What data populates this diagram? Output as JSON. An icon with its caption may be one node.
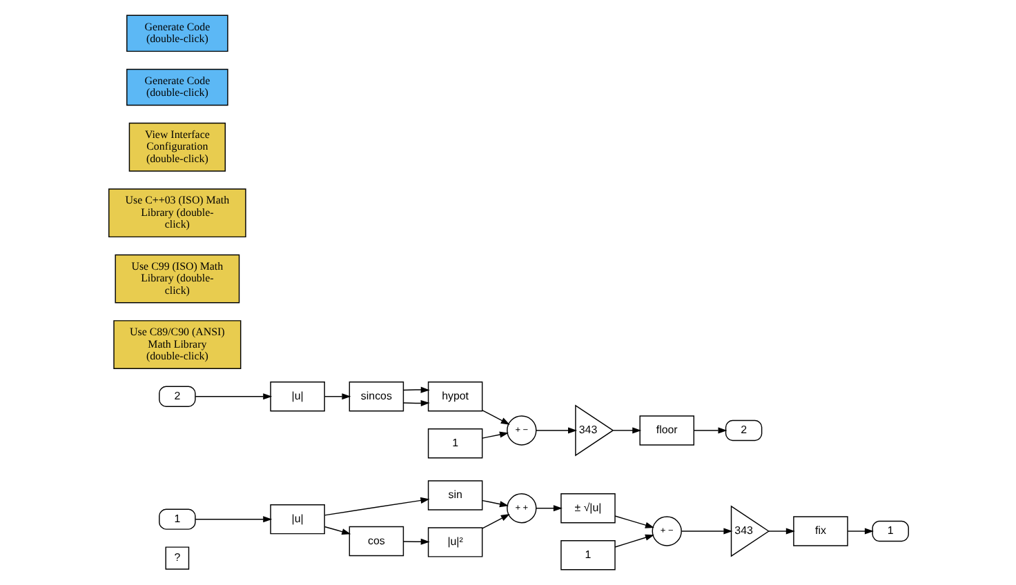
{
  "diagram": {
    "nodes": [
      {
        "text": [
          "?"
        ]
      },
      {
        "text": [
          "1"
        ]
      },
      {
        "text": [
          "|u|"
        ]
      },
      {
        "text": [
          "sin"
        ]
      },
      {
        "text": [
          "cos"
        ]
      },
      {
        "text": [
          "|u|²"
        ]
      },
      {
        "text": [
          "+ +"
        ]
      },
      {
        "text": [
          "± √|u|"
        ]
      },
      {
        "text": [
          "+ −"
        ]
      },
      {
        "text": [
          "343"
        ]
      },
      {
        "text": [
          "fix"
        ]
      },
      {
        "text": [
          "1"
        ]
      },
      {
        "text": [
          "1"
        ]
      },
      {
        "text": [
          "2"
        ]
      },
      {
        "text": [
          "|u|"
        ]
      },
      {
        "text": [
          "sincos"
        ]
      },
      {
        "text": [
          "hypot"
        ]
      },
      {
        "text": [
          "+ −"
        ]
      },
      {
        "text": [
          "343"
        ]
      },
      {
        "text": [
          "floor"
        ]
      },
      {
        "text": [
          "2"
        ]
      },
      {
        "text": [
          "1"
        ]
      },
      {
        "text": [
          "Use C89/C90 (ANSI) Math Library (double-click)"
        ]
      },
      {
        "text": [
          "Use C99 (ISO) Math Library (double-click)"
        ]
      },
      {
        "text": [
          "Use C++03 (ISO) Math Library (double-click)"
        ]
      },
      {
        "text": [
          "View Interface Configuration (double-click)"
        ]
      },
      {
        "text": [
          "Generate Code (double-click)"
        ]
      },
      {
        "text": [
          "Generate Code (double-click)"
        ]
      }
    ],
    "edges": [
      {
        "from": 1,
        "to": 2,
        "arrow": "to"
      },
      {
        "from": 2,
        "to": 3,
        "arrow": "to"
      },
      {
        "from": 2,
        "to": 4,
        "arrow": "to"
      },
      {
        "from": 3,
        "to": 6,
        "arrow": "to"
      },
      {
        "from": 4,
        "to": 5,
        "arrow": "to"
      },
      {
        "from": 5,
        "to": 6,
        "arrow": "to"
      },
      {
        "from": 6,
        "to": 7,
        "arrow": "to"
      },
      {
        "from": 7,
        "to": 8,
        "arrow": "to"
      },
      {
        "from": 12,
        "to": 8,
        "arrow": "to"
      },
      {
        "from": 8,
        "to": 9,
        "arrow": "to"
      },
      {
        "from": 9,
        "to": 10,
        "arrow": "to"
      },
      {
        "from": 10,
        "to": 11,
        "arrow": "to"
      },
      {
        "from": 13,
        "to": 14,
        "arrow": "to"
      },
      {
        "from": 14,
        "to": 15,
        "arrow": "to"
      },
      {
        "from": 15,
        "to": 16,
        "arrow": "to"
      },
      {
        "from": 15,
        "to": 16,
        "arrow": "to"
      },
      {
        "from": 16,
        "to": 17,
        "arrow": "to"
      },
      {
        "from": 21,
        "to": 17,
        "arrow": "to"
      },
      {
        "from": 17,
        "to": 18,
        "arrow": "to"
      },
      {
        "from": 18,
        "to": 19,
        "arrow": "to"
      },
      {
        "from": 19,
        "to": 20,
        "arrow": "to"
      }
    ]
  }
}
